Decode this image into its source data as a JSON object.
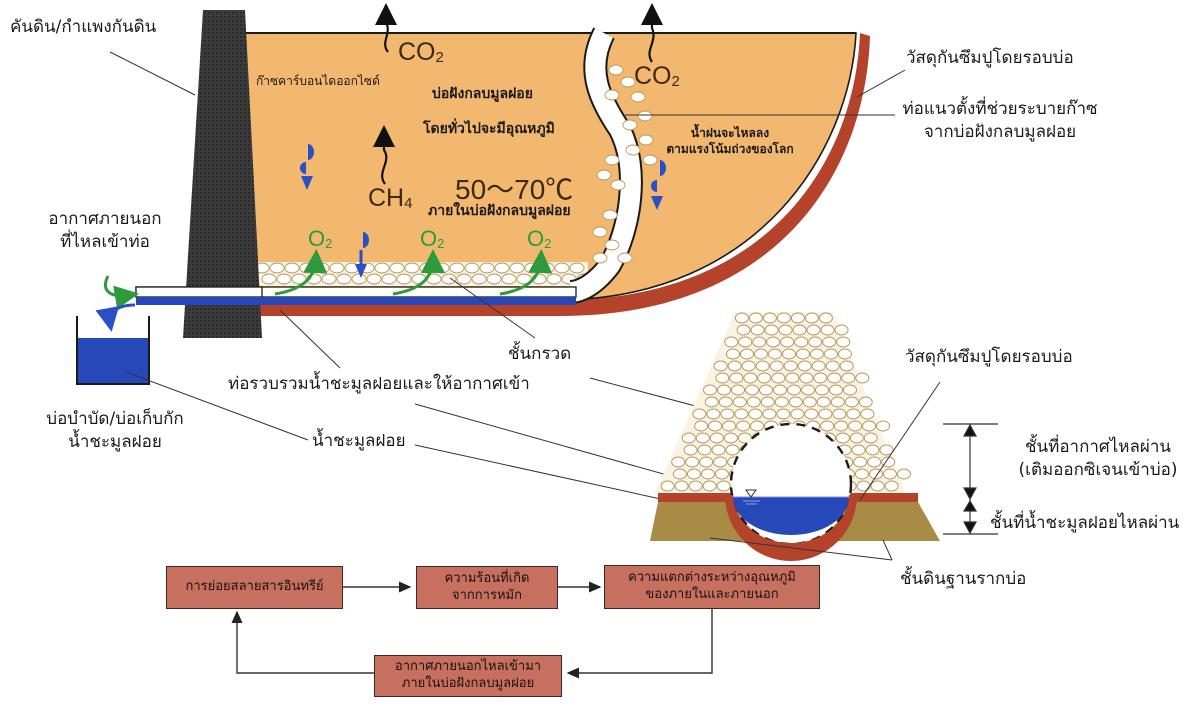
{
  "colors": {
    "fill_pit": "#f2b870",
    "liner": "#b5432c",
    "wall": "#3b3b3b",
    "leachate": "#2748b8",
    "air_arrow": "#2e9a3c",
    "soil": "#a88b45",
    "box_fill": "#c7705f"
  },
  "main_diagram": {
    "labels": {
      "embankment": "คันดิน/กำแพงกันดิน",
      "liner": "วัสดุกันซึมปูโดยรอบบ่อ",
      "vertical_pipe_line1": "ท่อแนวตั้งที่ช่วยระบายก๊าซ",
      "vertical_pipe_line2": "จากบ่อฝังกลบมูลฝอย",
      "outside_air_line1": "อากาศภายนอก",
      "outside_air_line2": "ที่ไหลเข้าท่อ",
      "gravel_layer": "ชั้นกรวด",
      "collection_pipe": "ท่อรวบรวมน้ำชะมูลฝอยและให้อากาศเข้า",
      "treatment_pond_line1": "บ่อบำบัด/บ่อเก็บกัก",
      "treatment_pond_line2": "น้ำชะมูลฝอย",
      "leachate": "น้ำชะมูลฝอย",
      "co2_caption": "ก๊าซคาร์บอนไดออกไซด์",
      "rain_line1": "น้ำฝนจะไหลลง",
      "rain_line2": "ตามแรงโน้มถ่วงของโลก",
      "temp_line1": "บ่อฝังกลบมูลฝอย",
      "temp_line2": "โดยทั่วไปจะมีอุณหภูมิ",
      "temp_value": "50～70℃",
      "temp_line3": "ภายในบ่อฝังกลบมูลฝอย"
    },
    "gases": {
      "co2_base": "CO",
      "co2_sub": "2",
      "ch4_base": "CH",
      "ch4_sub": "4",
      "o2_base": "O",
      "o2_sub": "2"
    }
  },
  "cross_section": {
    "liner": "วัสดุกันซึมปูโดยรอบบ่อ",
    "air_layer_line1": "ชั้นที่อากาศไหลผ่าน",
    "air_layer_line2": "(เติมออกซิเจนเข้าบ่อ)",
    "leachate_layer": "ชั้นที่น้ำชะมูลฝอยไหลผ่าน",
    "foundation": "ชั้นดินฐานรากบ่อ"
  },
  "flowchart": {
    "boxes": [
      {
        "id": "decomposition",
        "text": "การย่อยสลายสารอินทรีย์"
      },
      {
        "id": "heat",
        "text": "ความร้อนที่เกิด\nจากการหมัก"
      },
      {
        "id": "temp_diff",
        "text": "ความแตกต่างระหว่างอุณหภูมิ\nของภายในและภายนอก"
      },
      {
        "id": "air_inflow",
        "text": "อากาศภายนอกไหลเข้ามา\nภายในบ่อฝังกลบมูลฝอย"
      }
    ]
  }
}
